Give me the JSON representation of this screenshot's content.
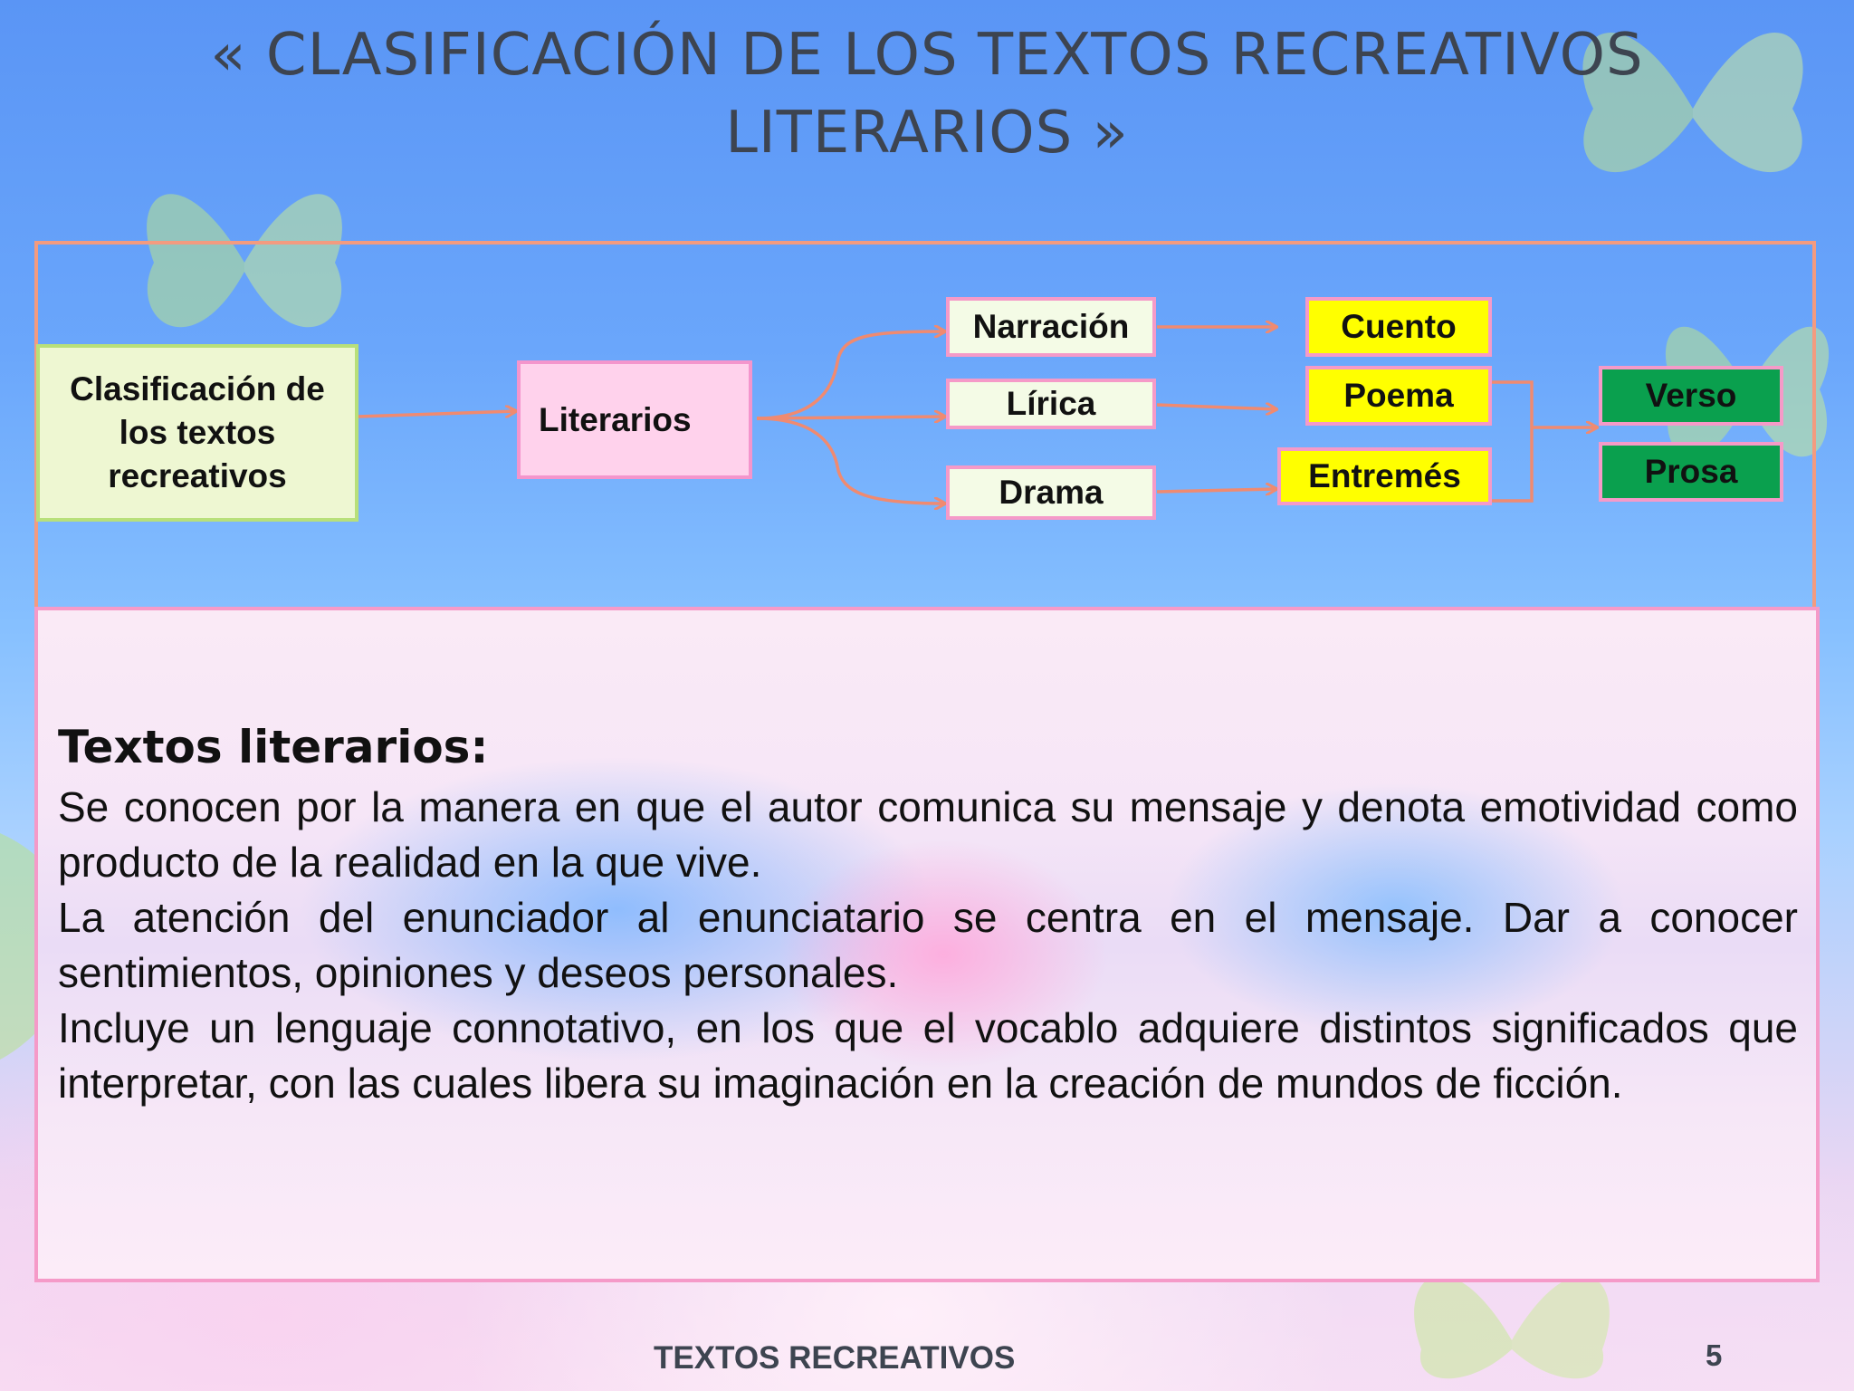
{
  "title_line1": "« CLASIFICACIÓN DE LOS TEXTOS RECREATIVOS",
  "title_line2": "LITERARIOS »",
  "diagram": {
    "root": {
      "line1": "Clasificación de",
      "line2": "los textos",
      "line3": "recreativos"
    },
    "literarios": "Literarios",
    "genres": {
      "narracion": "Narración",
      "lirica": "Lírica",
      "drama": "Drama"
    },
    "subgenres": {
      "cuento": "Cuento",
      "poema": "Poema",
      "entremes": "Entremés"
    },
    "forms": {
      "verso": "Verso",
      "prosa": "Prosa"
    }
  },
  "textbox": {
    "heading": "Textos literarios:",
    "para1": "Se conocen por la manera en que el autor comunica su mensaje y denota emotividad como producto de la realidad en la que vive.",
    "para2": "La atención del enunciador al enunciatario se centra en el mensaje. Dar a conocer sentimientos, opiniones y deseos personales.",
    "para3": "Incluye un lenguaje connotativo, en los que el vocablo adquiere distintos significados que interpretar, con las cuales libera su imaginación en la creación de mundos de ficción."
  },
  "footer": "TEXTOS RECREATIVOS",
  "page_number": "5",
  "colors": {
    "arrow": "#f08a70",
    "node_yellow": "#ffff00",
    "node_green": "#0aa04e",
    "node_pink": "#ffd2ec"
  }
}
